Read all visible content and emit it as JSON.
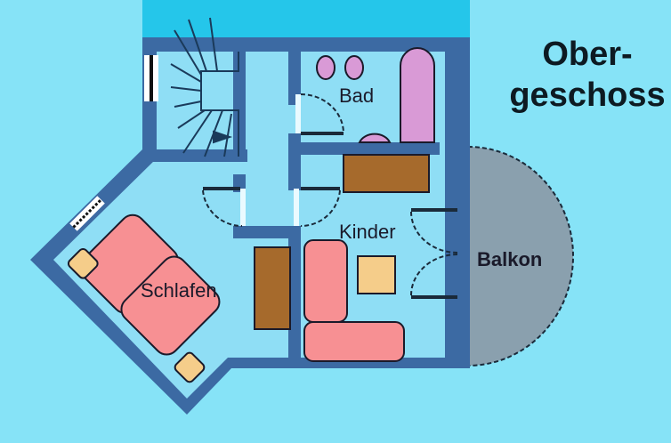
{
  "title": {
    "line1": "Ober-",
    "line2": "geschoss"
  },
  "rooms": [
    {
      "id": "bad",
      "label": "Bad"
    },
    {
      "id": "kinder",
      "label": "Kinder"
    },
    {
      "id": "schlafen",
      "label": "Schlafen"
    },
    {
      "id": "balkon",
      "label": "Balkon"
    }
  ],
  "colors": {
    "background": "#86e3f7",
    "floor": "#8fdef5",
    "wall": "#3c6aa3",
    "top_bar": "#25c6ea",
    "bed": "#f79093",
    "bath_fixture": "#d99ad6",
    "furniture_brown": "#a66a2c",
    "nightstand": "#f5cd8a",
    "balcony": "#8aa0ae"
  }
}
